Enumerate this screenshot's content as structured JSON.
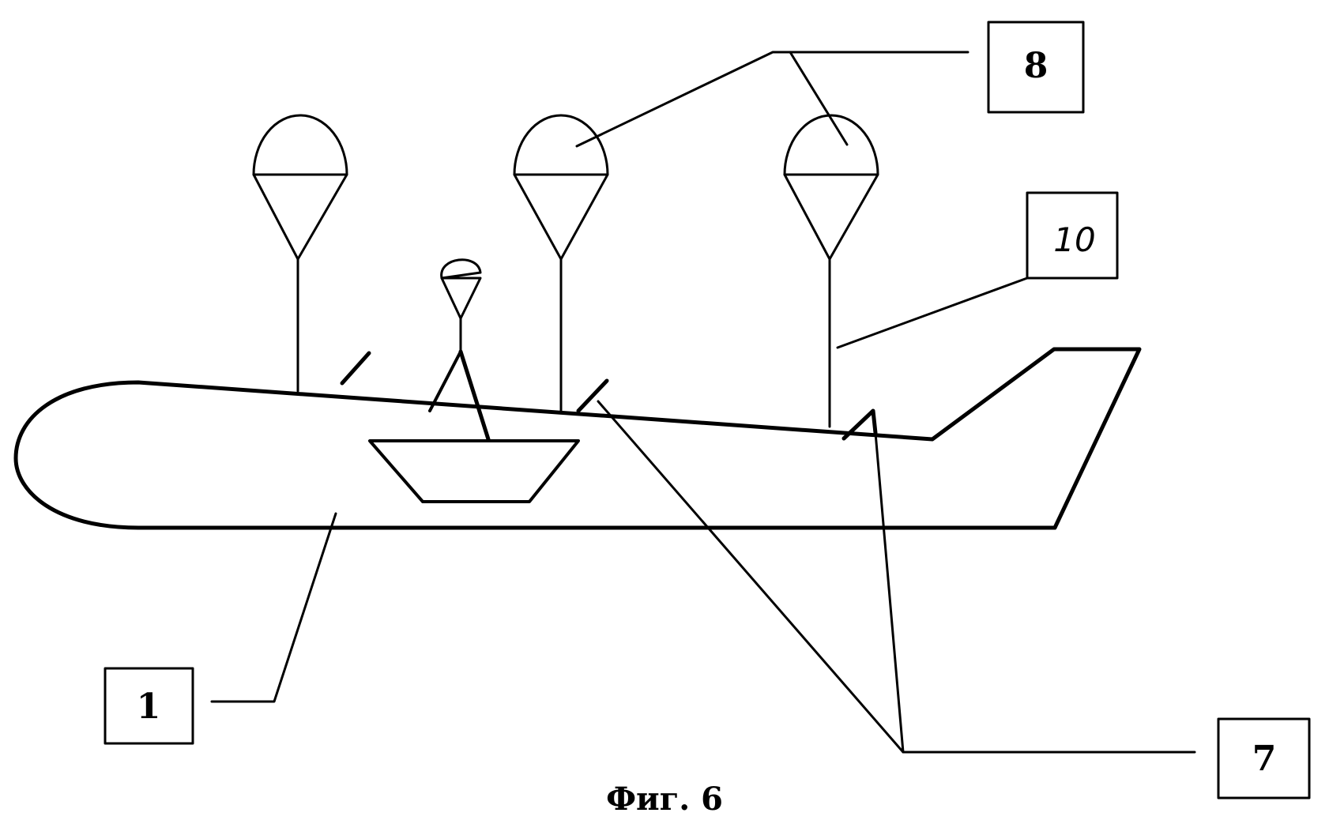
{
  "caption": "Фиг. 6",
  "labels": {
    "fuselage": "1",
    "release_mechanisms": "7",
    "parachutes": "8",
    "tether": "10"
  },
  "colors": {
    "ink": "#000000",
    "background": "#ffffff"
  }
}
